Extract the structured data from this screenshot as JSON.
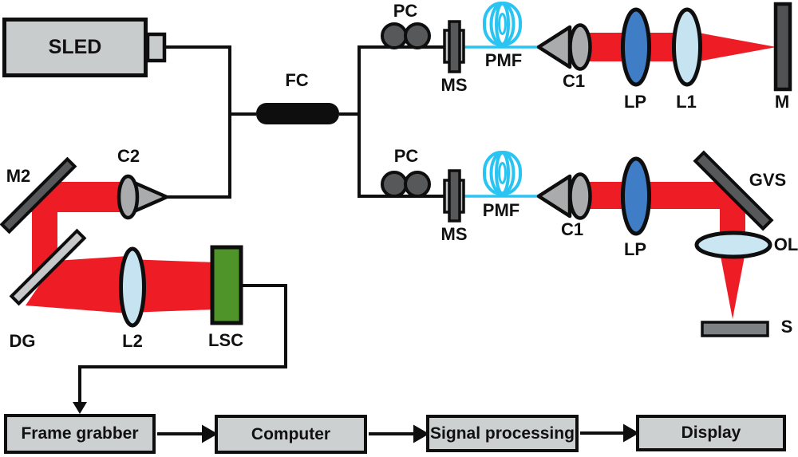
{
  "figure": {
    "type": "optical-system-block-diagram"
  },
  "colors": {
    "beam_red": "#ee1c25",
    "fiber_cyan": "#2ac4f3",
    "lens_blue": "#3f7ec6",
    "lens_light_blue": "#c5e3f0",
    "camera_green": "#4e9428",
    "component_dark_gray": "#57585a",
    "component_light_gray": "#c6c8ca",
    "cone_gray": "#a9abad",
    "mirror_gray": "#505254",
    "sample_gray": "#7e8183",
    "box_fill_gray": "#cdd0d0",
    "wire_black": "#0e0e0e"
  },
  "labels": {
    "sled": "SLED",
    "fc": "FC",
    "pc_top": "PC",
    "ms_top": "MS",
    "pmf_top": "PMF",
    "c1_top": "C1",
    "lp_top": "LP",
    "l1": "L1",
    "m": "M",
    "pc_bottom": "PC",
    "ms_bottom": "MS",
    "pmf_bottom": "PMF",
    "c1_bottom": "C1",
    "lp_bottom": "LP",
    "gvs": "GVS",
    "ol": "OL",
    "s": "S",
    "m2": "M2",
    "c2": "C2",
    "dg": "DG",
    "l2": "L2",
    "lsc": "LSC"
  },
  "flow": {
    "boxes": [
      "Frame grabber",
      "Computer",
      "Signal processing",
      "Display"
    ]
  }
}
